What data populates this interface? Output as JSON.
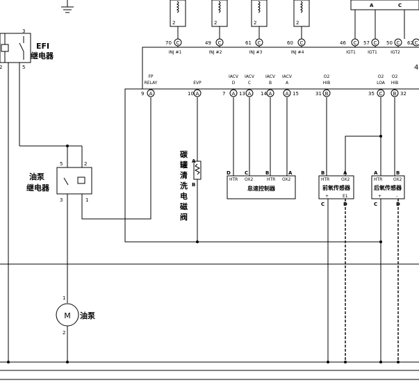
{
  "efi_relay": {
    "label_line1": "EFI",
    "label_line2": "继电器",
    "pin3": "3",
    "pin5": "5"
  },
  "pump_relay": {
    "label_line1": "油泵",
    "label_line2": "继电器",
    "pin5": "5",
    "pin2": "2",
    "pin3": "3",
    "pin1": "1"
  },
  "pump_motor": {
    "symbol": "M",
    "label": "油泵",
    "pin1": "1",
    "pin2": "2"
  },
  "canister_valve": {
    "label_chars": [
      "碳",
      "罐",
      "清",
      "洗",
      "电",
      "磁",
      "阀"
    ],
    "pinA": "A",
    "pinB": "B"
  },
  "top_coils": [
    {
      "pin": "2"
    },
    {
      "pin": "2"
    },
    {
      "pin": "2"
    },
    {
      "pin": "2"
    }
  ],
  "top_right_box": {
    "pinA": "A",
    "pinC": "C"
  },
  "ecu_top_pins": [
    {
      "num": "70",
      "letter": "C",
      "label": "INJ #1"
    },
    {
      "num": "49",
      "letter": "C",
      "label": "INJ #2"
    },
    {
      "num": "61",
      "letter": "C",
      "label": "INJ #3"
    },
    {
      "num": "60",
      "letter": "C",
      "label": "INJ #4"
    },
    {
      "num": "46",
      "letter": "C",
      "label": "IGT1"
    },
    {
      "num": "57",
      "letter": "C",
      "label": "IGT1"
    },
    {
      "num": "50",
      "letter": "C",
      "label": "IGT2"
    },
    {
      "num": "62",
      "letter": "C",
      "label": ""
    }
  ],
  "ecu_edge_number": "4",
  "ecu_bottom_pins": [
    {
      "num": "9",
      "letter": "A",
      "sig1": "FP",
      "sig2": "RELAY"
    },
    {
      "num": "10",
      "letter": "A",
      "sig1": "",
      "sig2": "EVP"
    },
    {
      "num": "7",
      "letter": "A",
      "sig1": "IACV",
      "sig2": "D"
    },
    {
      "num": "13",
      "letter": "A",
      "sig1": "IACV",
      "sig2": "C"
    },
    {
      "num": "14",
      "letter": "A",
      "sig1": "IACV",
      "sig2": "B"
    },
    {
      "num": "15",
      "letter": "A",
      "sig1": "IACV",
      "sig2": "A"
    },
    {
      "num": "31",
      "letter": "B",
      "sig1": "O2",
      "sig2": "HIB"
    },
    {
      "num": "35",
      "letter": "C",
      "sig1": "O2",
      "sig2": "LOA"
    },
    {
      "num": "32",
      "letter": "B",
      "sig1": "O2",
      "sig2": "HIB"
    }
  ],
  "idle_controller": {
    "label": "怠速控制器",
    "pins": [
      "D",
      "C",
      "B",
      "A"
    ],
    "sub": [
      "HTR",
      "OX2",
      "HTR",
      "OX2"
    ]
  },
  "front_o2": {
    "label": "前氧传感器",
    "top": [
      "B",
      "A"
    ],
    "top_sub": [
      "HTR",
      "OX2"
    ],
    "bot_sub": [
      "+",
      "E1"
    ],
    "bottom": [
      "C",
      "D"
    ]
  },
  "rear_o2": {
    "label": "后氧传感器",
    "top": [
      "A",
      "B"
    ],
    "top_sub": [
      "HTR",
      "OX2"
    ],
    "bot_sub": [
      "+",
      "-"
    ],
    "bottom": [
      "C",
      "D"
    ]
  }
}
